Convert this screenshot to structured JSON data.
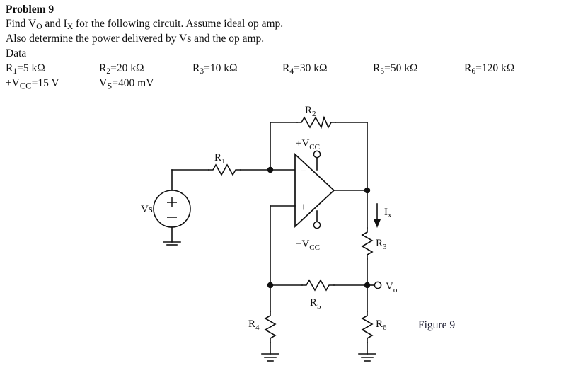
{
  "header": {
    "problem_title": "Problem 9",
    "line_find": "Find Vₒ and Iₓ for the following circuit. Assume ideal op amp.",
    "line_also": "Also determine the power delivered by Vs and the op amp.",
    "line_data_heading": "Data"
  },
  "data_row_1": [
    {
      "name": "R1",
      "text": "R₁=5 kΩ",
      "label": "R",
      "sub": "1",
      "value": "=5 kΩ"
    },
    {
      "name": "R2",
      "text": "R₂=20 kΩ",
      "label": "R",
      "sub": "2",
      "value": "=20 kΩ"
    },
    {
      "name": "R3",
      "text": "R₃=10 kΩ",
      "label": "R",
      "sub": "3",
      "value": "=10 kΩ"
    },
    {
      "name": "R4",
      "text": "R₄=30 kΩ",
      "label": "R",
      "sub": "4",
      "value": "=30 kΩ"
    },
    {
      "name": "R5",
      "text": "R₅=50 kΩ",
      "label": "R",
      "sub": "5",
      "value": "=50 kΩ"
    },
    {
      "name": "R6",
      "text": "R₆=120 kΩ",
      "label": "R",
      "sub": "6",
      "value": "=120 kΩ"
    }
  ],
  "data_row_2": [
    {
      "name": "Vcc",
      "label": "±V",
      "sub": "CC",
      "value": "=15 V"
    },
    {
      "name": "Vs",
      "label": "V",
      "sub": "S",
      "value": "=400 mV"
    }
  ],
  "circuit": {
    "source_label": "Vs",
    "source_plus": "+",
    "source_minus": "−",
    "r1_label": "R",
    "r1_sub": "1",
    "r2_label": "R",
    "r2_sub": "2",
    "r3_label": "R",
    "r3_sub": "3",
    "r4_label": "R",
    "r4_sub": "4",
    "r5_label": "R",
    "r5_sub": "5",
    "r6_label": "R",
    "r6_sub": "6",
    "vcc_pos_label": "+V",
    "vcc_pos_sub": "CC",
    "vcc_neg_label": "−V",
    "vcc_neg_sub": "CC",
    "opamp_inverting": "−",
    "opamp_noninverting": "+",
    "current_label": "I",
    "current_sub": "x",
    "output_label": "V",
    "output_sub": "o"
  },
  "figure": {
    "caption": "Figure 9"
  },
  "colors": {
    "ink": "#101010",
    "background": "#ffffff",
    "caption": "#1a1a2e"
  }
}
